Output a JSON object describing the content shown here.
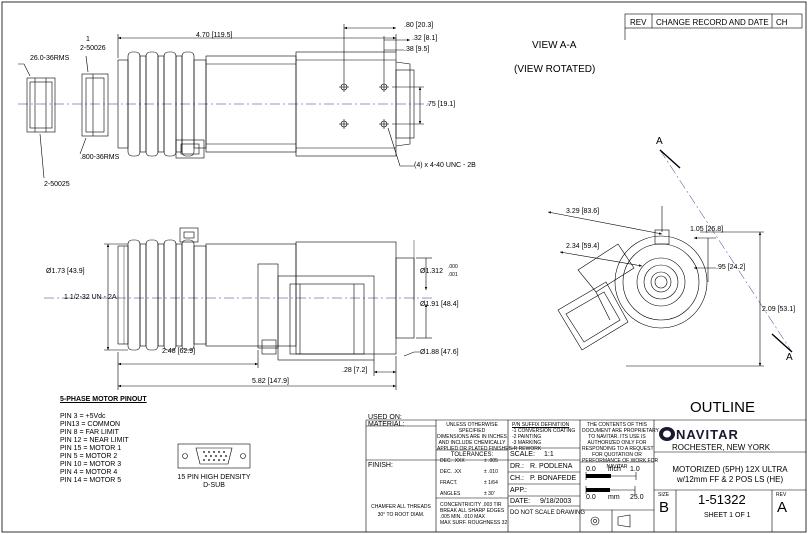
{
  "revision_block": {
    "rev": "REV",
    "change": "CHANGE RECORD AND DATE",
    "ch": "CH"
  },
  "view": {
    "line1": "VIEW  A-A",
    "line2": "(VIEW ROTATED)"
  },
  "top_view": {
    "d_470": "4.70 [119.5]",
    "d_080": ".80 [20.3]",
    "d_032": ".32 [8.1]",
    "d_038": ".38 [9.5]",
    "d_075": ".75 [19.1]",
    "holes": "(4) x 4-40 UNC - 2B",
    "part_2_50026": "2-50026",
    "part_2_50026_num": "1",
    "rms_26": "26.0-36RMS",
    "rms_800": ".800-36RMS",
    "part_2_50025": "2-50025"
  },
  "side_view": {
    "d_173": "Ø1.73 [43.9]",
    "thread": "1 1/2-32 UN - 2A",
    "d_1312": "Ø1.312",
    "tol_plus": ".000",
    "tol_minus": ".001",
    "d_191": "Ø1.91 [48.4]",
    "d_188": "Ø1.88 [47.6]",
    "d_248": "2.48 [62.9]",
    "d_028": ".28 [7.2]",
    "d_582": "5.82 [147.9]"
  },
  "section_view": {
    "a_top": "A",
    "a_bottom": "A",
    "d_329": "3.29 [83.6]",
    "d_234": "2.34 [59.4]",
    "d_105": "1.05 [26.8]",
    "d_095": ".95 [24.2]",
    "d_209": "2.09 [53.1]"
  },
  "pinout": {
    "title": "5-PHASE MOTOR PINOUT",
    "rows": [
      "PIN 3 =  +5Vdc",
      "PIN13 =  COMMON",
      "PIN 8 =  FAR LIMIT",
      "PIN 12 = NEAR LIMIT",
      "PIN 15 = MOTOR 1",
      "PIN 5 =  MOTOR 2",
      "PIN 10 = MOTOR 3",
      "PIN 4 =  MOTOR 4",
      "PIN 14 = MOTOR 5"
    ]
  },
  "dsub": {
    "line1": "15 PIN HIGH DENSITY",
    "line2": "D-SUB"
  },
  "title_block": {
    "used_on": "USED ON:",
    "material": "MATERIAL:",
    "finish": "FINISH:",
    "unless": [
      "UNLESS OTHERWISE",
      "SPECIFIED",
      "DIMENSIONS ARE IN INCHES",
      "AND INCLUDE CHEMICALLY",
      "APPLIED OR PLATED FINISHES."
    ],
    "tolerances": "TOLERANCES:",
    "tol_rows": [
      {
        "k": "DEC. .XXX",
        "v": "± .005"
      },
      {
        "k": "DEC. .XX",
        "v": "± .010"
      },
      {
        "k": "FRACT.",
        "v": "± 1/64"
      },
      {
        "k": "ANGLES",
        "v": "± 30'"
      }
    ],
    "concentricity": [
      "CONCENTRICITY  .003 TIR",
      "BREAK ALL SHARP EDGES",
      ".005 MIN. .010 MAX",
      "MAX SURF. ROUGHNESS    32"
    ],
    "chamfer": [
      "CHAMFER ALL THREADS",
      "30° TO ROOT DIAM."
    ],
    "pin_suffix": "P/N SUFFIX DEFINITION",
    "suffix_rows": [
      "-1 CONVERSION COATING",
      "-2 PAINTING",
      "-3 MARKING",
      "-R REWORK"
    ],
    "scale_label": "SCALE:",
    "scale": "1:1",
    "dr_label": "DR.:",
    "dr": "R. PODLENA",
    "ch_label": "CH.:",
    "ch": "P. BONAFEDE",
    "app_label": "APP.:",
    "date_label": "DATE:",
    "date": "9/18/2003",
    "no_scale": "DO NOT SCALE DRAWING",
    "proprietary": [
      "THE CONTENTS OF THIS",
      "DOCUMENT ARE PROPRIETARY",
      "TO NAVITAR. ITS USE IS",
      "AUTHORIZED ONLY FOR",
      "RESPONDING TO A REQUEST",
      "FOR QUOTATION OR",
      "PERFORMANCE OF WORK FOR",
      "NAVITAR"
    ],
    "ruler_0a": "0.0",
    "ruler_inch": "inch",
    "ruler_1": "1.0",
    "ruler_0b": "0.0",
    "ruler_mm": "mm",
    "ruler_25": "25.0",
    "outline": "OUTLINE",
    "logo": "NAVITAR",
    "location": "ROCHESTER, NEW YORK",
    "desc1": "MOTORIZED (5PH) 12X ULTRA",
    "desc2": "w/12mm FF & 2 POS LS (HE)",
    "size_label": "SIZE",
    "size": "B",
    "dwg": "1-51322",
    "rev_label": "REV",
    "rev": "A",
    "sheet": "SHEET 1 OF 1"
  }
}
